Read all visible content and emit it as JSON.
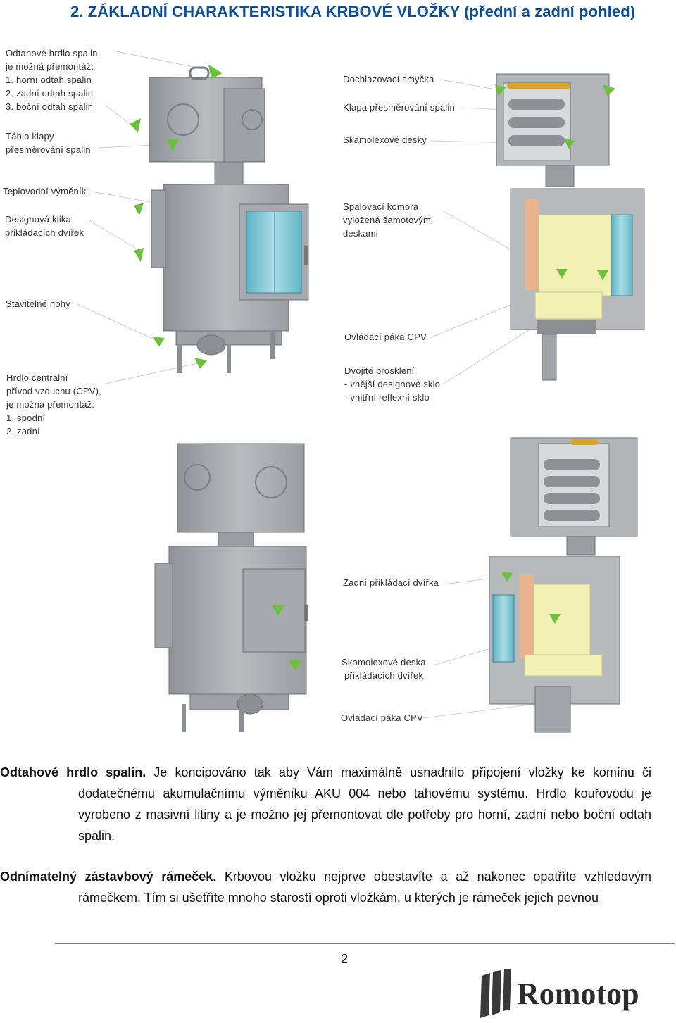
{
  "heading": "2.  ZÁKLADNÍ CHARAKTERISTIKA KRBOVÉ VLOŽKY (přední a zadní pohled)",
  "labels": {
    "odtah_1": "Odtahové hrdlo spalin,",
    "odtah_2": "je možná přemontáž:",
    "odtah_3": "1. horní odtah spalin",
    "odtah_4": "2. zadní  odtah spalin",
    "odtah_5": "3. boční  odtah spalin",
    "tahlo_1": "Táhlo klapy",
    "tahlo_2": "přesměrování spalin",
    "vymenik": "Teplovodní výměník",
    "klika_1": "Designová klika",
    "klika_2": "přikládacích dvířek",
    "nohy": "Stavitelné nohy",
    "hrdlo_1": "Hrdlo centrální",
    "hrdlo_2": "přívod vzduchu (CPV),",
    "hrdlo_3": "je možná přemontáž:",
    "hrdlo_4": "1. spodní",
    "hrdlo_5": "2. zadní",
    "smycka": "Dochlazovací smyčka",
    "klapa": "Klapa přesměrování spalin",
    "skamol": "Skamolexové desky",
    "komora_1": "Spalovací komora",
    "komora_2": "vyložená šamotovými",
    "komora_3": "deskami",
    "paka_1": "Ovládací páka CPV",
    "sklo_1": "Dvojité prosklení",
    "sklo_2": "- vnější designové sklo",
    "sklo_3": "- vnitřní reflexní sklo",
    "zadni_dvirka": "Zadní přikládací dvířka",
    "skam_deska_1": "Skamolexové deska",
    "skam_deska_2": "přikládacích dvířek",
    "paka_2": "Ovládací páka CPV"
  },
  "body": {
    "p1_lead": "Odtahové hrdlo spalin.",
    "p1_text": " Je koncipováno tak aby Vám maximálně usnadnilo připojení vložky ke komínu či dodatečnému akumulačnímu výměníku AKU 004 nebo tahovému systému. Hrdlo kouřovodu je vyrobeno z masivní litiny a je možno jej přemontovat dle potřeby pro horní, zadní nebo boční odtah spalin.",
    "p2_lead": "Odnímatelný zástavbový rámeček.",
    "p2_text": " Krbovou vložku nejprve obestavíte a až nakonec opatříte vzhledovým rámečkem. Tím si ušetříte mnoho starostí oproti vložkám, u kterých je rámeček jejich pevnou"
  },
  "footer": {
    "page_number": "2",
    "logo_text": "Romotop"
  },
  "colors": {
    "heading": "#0b4f9c",
    "arrow": "#6ac23a",
    "steel": "#a9acaf",
    "steel_dark": "#7d8185",
    "chamotte": "#f3f0b6",
    "glass": "#8fc9d6",
    "insulation": "#e7b48f",
    "copper": "#d9a42a"
  }
}
